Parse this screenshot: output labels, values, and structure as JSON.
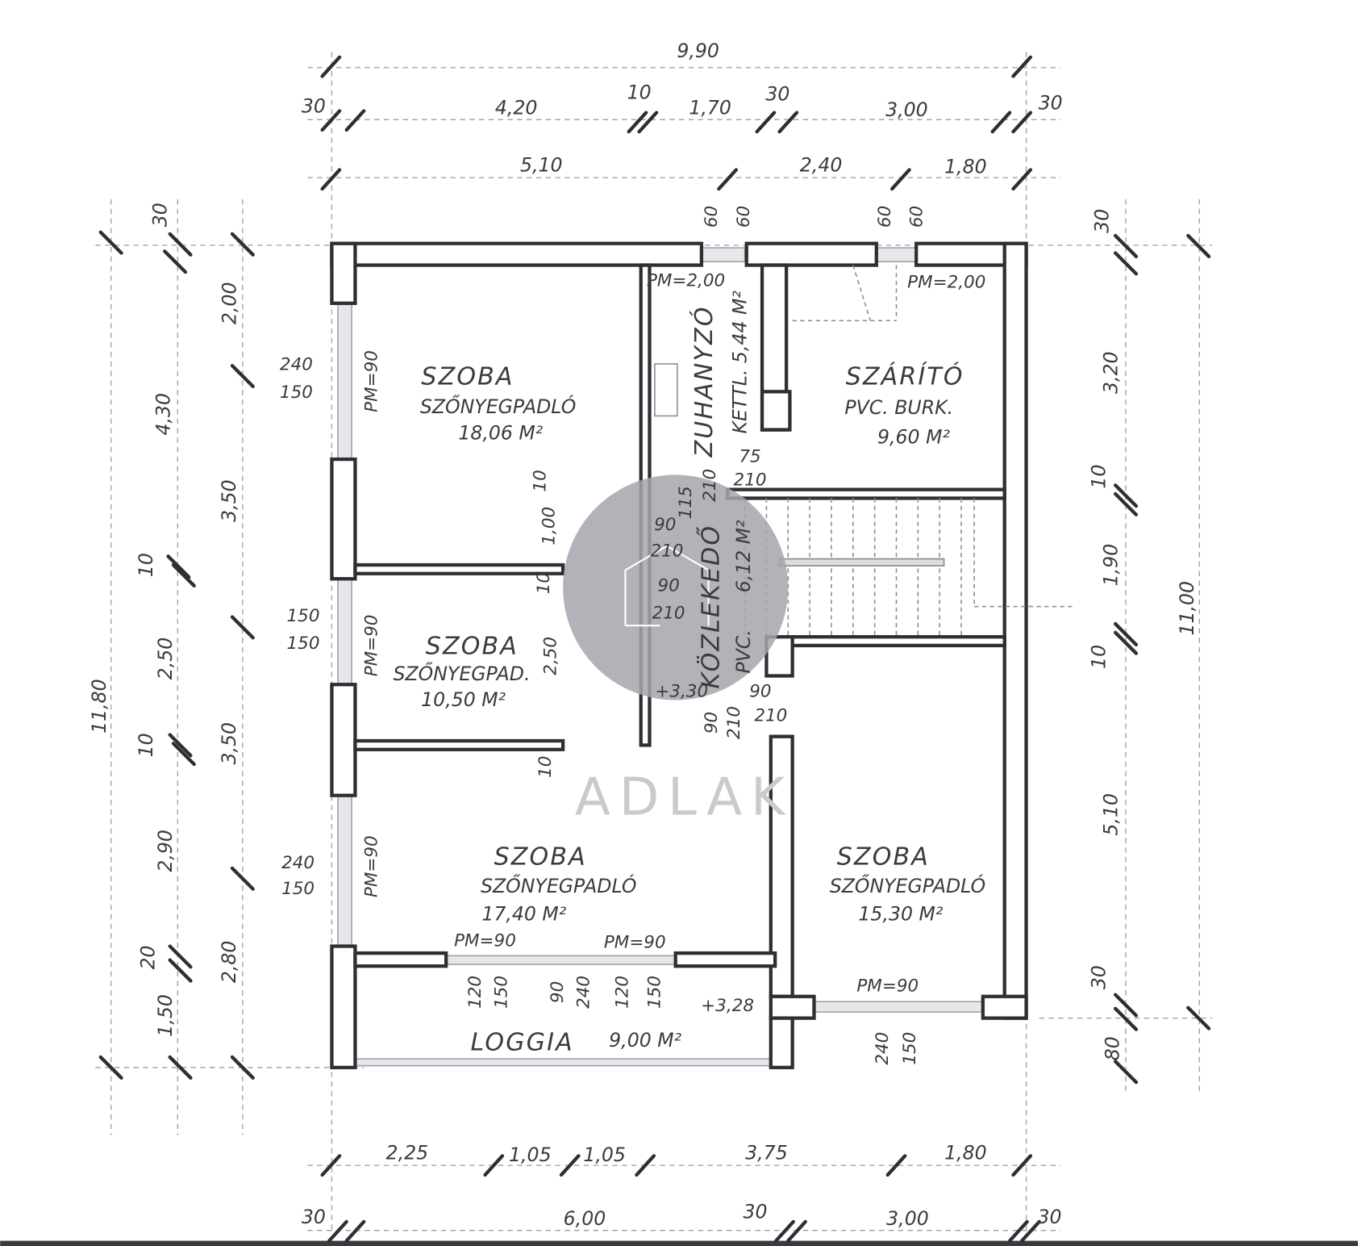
{
  "watermark": {
    "logo_text": "ADLAK",
    "circle_color": "#a4a6ab"
  },
  "colors": {
    "ink": "#2e2f33",
    "paper": "#ffffff"
  },
  "dimensions": {
    "top": {
      "overall": "9,90",
      "row1": [
        "30",
        "4,20",
        "10",
        "1,70",
        "30",
        "3,00",
        "30"
      ],
      "row2": [
        "5,10",
        "2,40",
        "1,80"
      ],
      "openings": [
        "60",
        "60",
        "60",
        "60"
      ]
    },
    "left": {
      "overall": "11,80",
      "outer": [
        "30",
        "4,30",
        "10",
        "2,50",
        "10",
        "2,90",
        "20",
        "1,50"
      ],
      "inner": [
        "2,00",
        "3,50",
        "3,50",
        "2,80"
      ]
    },
    "right": {
      "overall": "11,00",
      "items": [
        "30",
        "3,20",
        "10",
        "1,90",
        "10",
        "5,10",
        "30",
        "80"
      ]
    },
    "bottom": {
      "row1": [
        "2,25",
        "1,05",
        "1,05",
        "3,75",
        "1,80"
      ],
      "row2": [
        "30",
        "6,00",
        "30",
        "3,00",
        "30"
      ]
    }
  },
  "rooms": {
    "room1": {
      "name": "SZOBA",
      "floor": "SZŐNYEGPADLÓ",
      "area": "18,06 M²"
    },
    "shower": {
      "name": "ZUHANYZÓ",
      "area": "KETTL. 5,44 M²"
    },
    "dryer": {
      "name": "SZÁRÍTÓ",
      "floor": "PVC. BURK.",
      "area": "9,60 M²"
    },
    "room2": {
      "name": "SZOBA",
      "floor": "SZŐNYEGPAD.",
      "area": "10,50 M²"
    },
    "hall": {
      "name": "KÖZLEKEDŐ",
      "area": "6,12 M²",
      "floor": "PVC."
    },
    "room3": {
      "name": "SZOBA",
      "floor": "SZŐNYEGPADLÓ",
      "area": "17,40 M²"
    },
    "room4": {
      "name": "SZOBA",
      "floor": "SZŐNYEGPADLÓ",
      "area": "15,30 M²"
    },
    "loggia": {
      "name": "LOGGIA",
      "area": "9,00 M²"
    }
  },
  "annotations": {
    "pm_shower": "PM=2,00",
    "pm_dryer": "PM=2,00",
    "pm_left1": "PM=90",
    "pm_left2": "PM=90",
    "pm_left3": "PM=90",
    "pm_loggia1": "PM=90",
    "pm_loggia2": "PM=90",
    "pm_room4": "PM=90",
    "level_hall": "+3,30",
    "level_loggia": "+3,28",
    "win1": [
      "240",
      "150"
    ],
    "win2": [
      "150",
      "150"
    ],
    "win3": [
      "240",
      "150"
    ],
    "door_shower": [
      "75",
      "210"
    ],
    "door_hall_top": "115",
    "door_hall_width": "210",
    "door_r1": [
      "90",
      "210"
    ],
    "door_r2": [
      "90",
      "210"
    ],
    "door_r4": [
      "90",
      "210"
    ],
    "door_r3": [
      "90",
      "210"
    ],
    "wall_dims": [
      "10",
      "1,00",
      "10",
      "2,50",
      "10"
    ],
    "loggia_doors": [
      "120",
      "150",
      "90",
      "240",
      "120",
      "150"
    ],
    "room4_window": [
      "240",
      "150"
    ]
  }
}
